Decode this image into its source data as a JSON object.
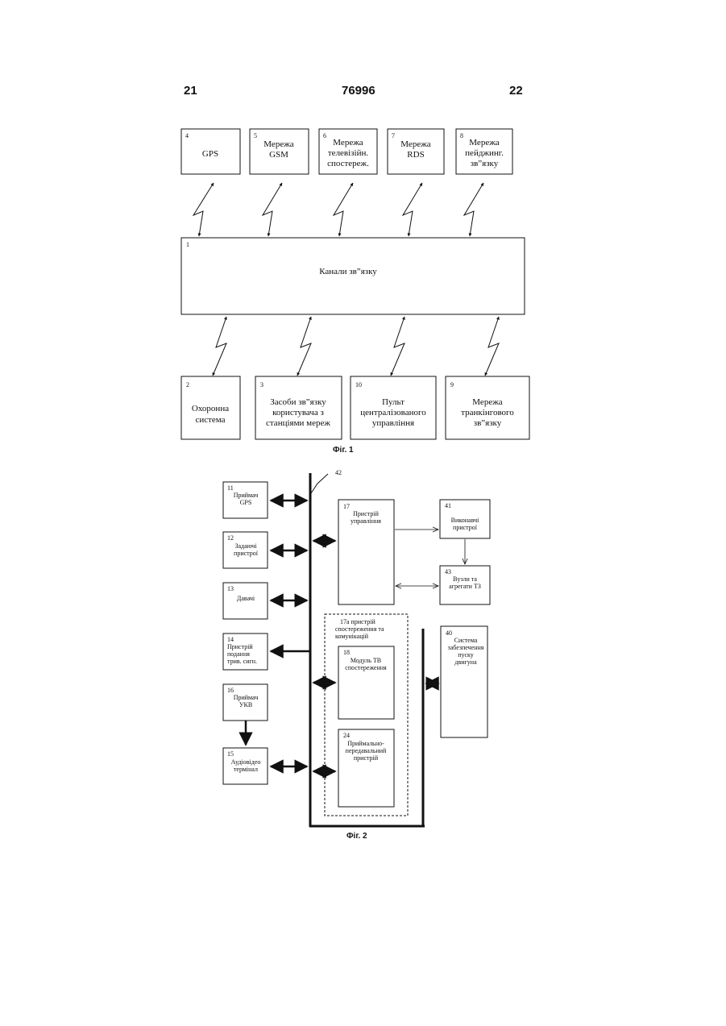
{
  "header": {
    "left_page": "21",
    "patent_no": "76996",
    "right_page": "22"
  },
  "fig1": {
    "caption": "Фіг. 1",
    "channels": {
      "num": "1",
      "label": "Канали зв”язку"
    },
    "top_boxes": [
      {
        "num": "4",
        "lines": [
          "GPS"
        ]
      },
      {
        "num": "5",
        "lines": [
          "Мережа",
          "GSM"
        ]
      },
      {
        "num": "6",
        "lines": [
          "Мережа",
          "телевізійн.",
          "спостереж."
        ]
      },
      {
        "num": "7",
        "lines": [
          "Мережа",
          "RDS"
        ]
      },
      {
        "num": "8",
        "lines": [
          "Мережа",
          "пейджинг.",
          "зв”язку"
        ]
      }
    ],
    "bottom_boxes": [
      {
        "num": "2",
        "lines": [
          "Охоронна",
          "система"
        ]
      },
      {
        "num": "3",
        "lines": [
          "Засоби зв”язку",
          "користувача з",
          "станціями мереж"
        ]
      },
      {
        "num": "10",
        "lines": [
          "Пульт",
          "централізованого",
          "управління"
        ]
      },
      {
        "num": "9",
        "lines": [
          "Мережа",
          "транкінгового",
          "зв”язку"
        ]
      }
    ]
  },
  "fig2": {
    "caption": "Фіг. 2",
    "bus_num": "42",
    "left_boxes": [
      {
        "num": "11",
        "lines": [
          "Приймач",
          "GPS"
        ]
      },
      {
        "num": "12",
        "lines": [
          "Задаючі",
          "пристрої"
        ]
      },
      {
        "num": "13",
        "lines": [
          "Давачі"
        ]
      },
      {
        "num": "14",
        "lines": [
          "Пристрій",
          "подання",
          "трив. сигн."
        ]
      },
      {
        "num": "16",
        "lines": [
          "Приймач",
          "УКВ"
        ]
      },
      {
        "num": "15",
        "lines": [
          "Аудіовідео",
          "термінал"
        ]
      }
    ],
    "control": {
      "num": "17",
      "lines": [
        "Пристрій",
        "управління"
      ]
    },
    "group": {
      "lines": [
        "17а пристрій",
        "спостереження та",
        "комунікацій"
      ]
    },
    "tv_module": {
      "num": "18",
      "lines": [
        "Модуль ТВ",
        "спостереження"
      ]
    },
    "transceiver": {
      "num": "24",
      "lines": [
        "Приймально-",
        "передавальний",
        "пристрій"
      ]
    },
    "actuators": {
      "num": "41",
      "lines": [
        "Виконавчі",
        "пристрої"
      ]
    },
    "units": {
      "num": "43",
      "lines": [
        "Вузли та",
        "агрегати ТЗ"
      ]
    },
    "starter": {
      "num": "40",
      "lines": [
        "Система",
        "забезпечення",
        "пуску",
        "двигуна"
      ]
    }
  }
}
